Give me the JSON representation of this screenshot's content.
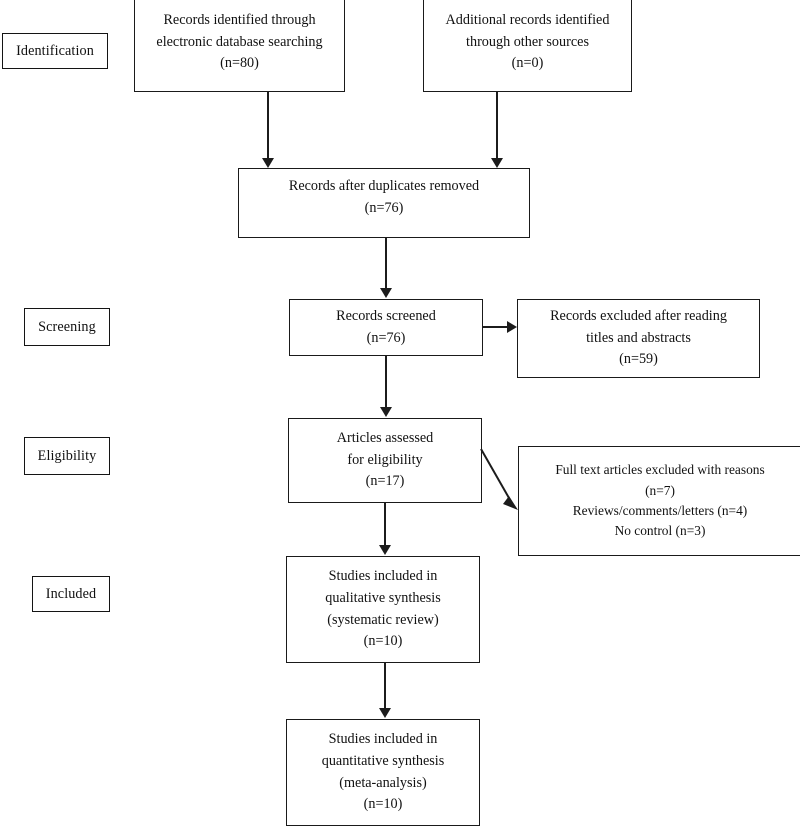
{
  "diagram": {
    "type": "prisma-flow-diagram",
    "title": "PRISMA Study Selection Flow Diagram",
    "line_color": "#1c1c1c",
    "box_border_color": "#1a1a1a",
    "background": "#ffffff"
  },
  "stages": [
    {
      "id": "identification",
      "label": "Identification"
    },
    {
      "id": "screening",
      "label": "Screening"
    },
    {
      "id": "eligibility",
      "label": "Eligibility"
    },
    {
      "id": "included",
      "label": "Included"
    }
  ],
  "boxes": {
    "database_search": {
      "lines": [
        "Records identified through",
        "electronic database searching",
        "(n=80)"
      ],
      "count": 80
    },
    "other_sources": {
      "lines": [
        "Additional records identified",
        "through other sources",
        "(n=0)"
      ],
      "count": 0
    },
    "duplicates_removed": {
      "lines": [
        "Records after duplicates removed",
        "(n=76)"
      ],
      "count": 76
    },
    "records_screened": {
      "lines": [
        "Records screened",
        "(n=76)"
      ],
      "count": 76
    },
    "records_excluded": {
      "lines": [
        "Records excluded after reading",
        "titles and abstracts",
        "(n=59)"
      ],
      "count": 59
    },
    "articles_assessed": {
      "lines": [
        "Articles assessed",
        "for eligibility",
        "(n=17)"
      ],
      "count": 17
    },
    "fulltext_excluded": {
      "lines": [
        "Full text articles excluded with reasons",
        "(n=7)",
        "Reviews/comments/letters (n=4)",
        "No control (n=3)"
      ],
      "count": 7,
      "reasons": [
        {
          "label": "Reviews/comments/letters",
          "count": 4
        },
        {
          "label": "No control",
          "count": 3
        }
      ]
    },
    "qualitative_synthesis": {
      "lines": [
        "Studies included in",
        "qualitative synthesis",
        "(systematic review)",
        "(n=10)"
      ],
      "count": 10
    },
    "quantitative_synthesis": {
      "lines": [
        "Studies included in",
        "quantitative synthesis",
        "(meta-analysis)",
        "(n=10)"
      ],
      "count": 10
    }
  }
}
